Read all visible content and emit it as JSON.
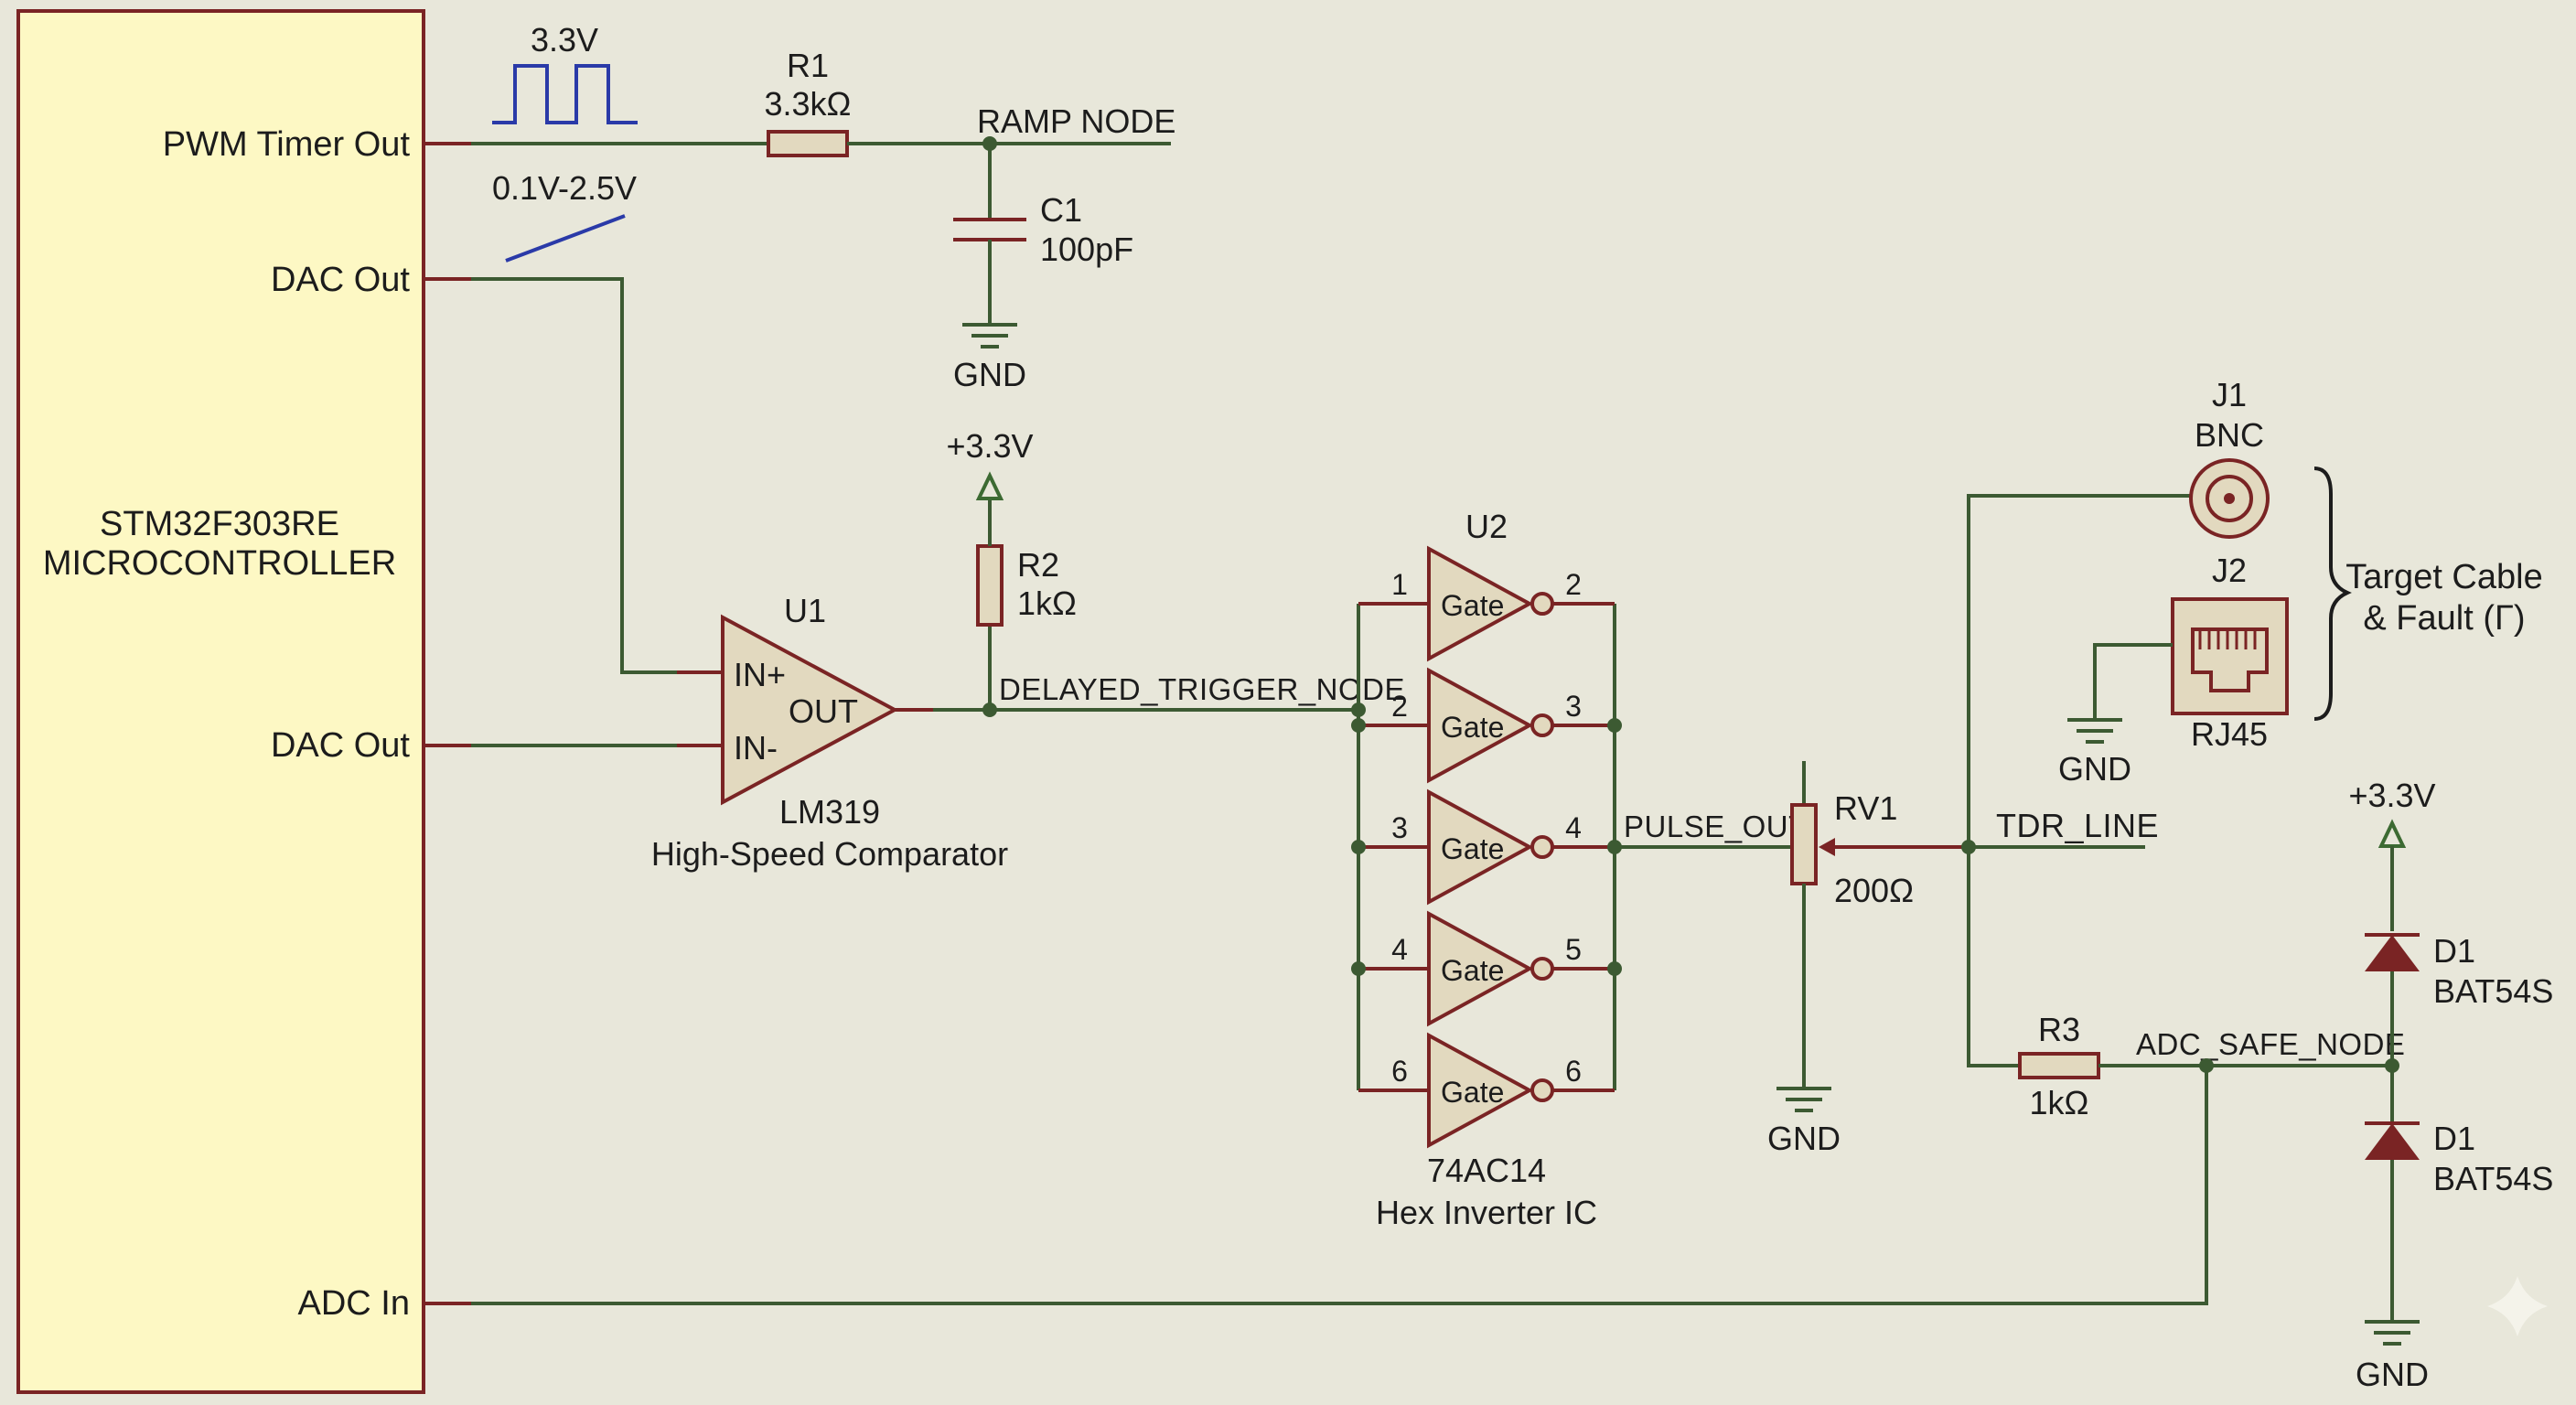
{
  "mcu": {
    "name_line1": "STM32F303RE",
    "name_line2": "MICROCONTROLLER",
    "pins": {
      "pwm": "PWM Timer Out",
      "dac1": "DAC Out",
      "dac2": "DAC Out",
      "adc": "ADC In"
    }
  },
  "signals": {
    "pwm_amplitude": "3.3V",
    "dac_range": "0.1V-2.5V"
  },
  "r1": {
    "ref": "R1",
    "value": "3.3kΩ"
  },
  "c1": {
    "ref": "C1",
    "value": "100pF"
  },
  "r2": {
    "ref": "R2",
    "value": "1kΩ"
  },
  "r3": {
    "ref": "R3",
    "value": "1kΩ"
  },
  "rv1": {
    "ref": "RV1",
    "value": "200Ω"
  },
  "u1": {
    "ref": "U1",
    "in_plus": "IN+",
    "in_minus": "IN-",
    "out": "OUT",
    "part": "LM319",
    "desc": "High-Speed Comparator"
  },
  "u2": {
    "ref": "U2",
    "gate_label": "Gate",
    "part": "74AC14",
    "desc": "Hex Inverter IC",
    "gates": [
      {
        "in": "1",
        "out": "2"
      },
      {
        "in": "2",
        "out": "3"
      },
      {
        "in": "3",
        "out": "4"
      },
      {
        "in": "4",
        "out": "5"
      },
      {
        "in": "6",
        "out": "6"
      }
    ]
  },
  "nets": {
    "ramp": "RAMP NODE",
    "delayed": "DELAYED_TRIGGER_NODE",
    "pulse": "PULSE_OUT",
    "tdr": "TDR_LINE",
    "adc_safe": "ADC_SAFE_NODE"
  },
  "power": {
    "vcc": "+3.3V",
    "gnd": "GND"
  },
  "j1": {
    "ref": "J1",
    "type": "BNC"
  },
  "j2": {
    "ref": "J2",
    "type": "RJ45"
  },
  "target": {
    "line1": "Target Cable",
    "line2": "& Fault (Γ)"
  },
  "d1a": {
    "ref": "D1",
    "part": "BAT54S"
  },
  "d1b": {
    "ref": "D1",
    "part": "BAT54S"
  }
}
